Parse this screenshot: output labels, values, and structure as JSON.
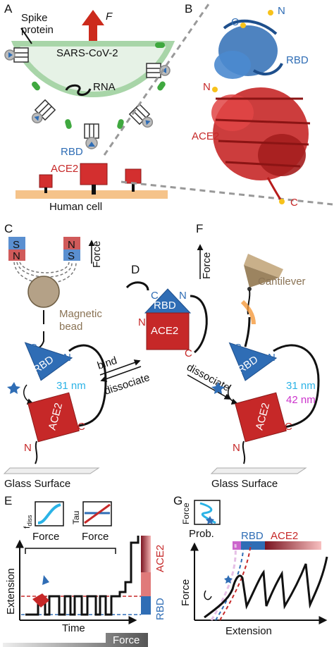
{
  "panels": {
    "a": "A",
    "b": "B",
    "c": "C",
    "d": "D",
    "e": "E",
    "f": "F",
    "g": "G"
  },
  "panel_a": {
    "spike_protein": "Spike\nprotein",
    "force": "F",
    "virus": "SARS-CoV-2",
    "rna": "RNA",
    "rbd": "RBD",
    "ace2": "ACE2",
    "human_cell": "Human cell"
  },
  "panel_b": {
    "c": "C",
    "n": "N",
    "rbd": "RBD",
    "n2": "N",
    "ace2": "ACE2",
    "c2": "C"
  },
  "panel_c": {
    "s": "S",
    "n": "N",
    "n2": "N",
    "s2": "S",
    "force": "Force",
    "magnetic_bead": "Magnetic\nbead",
    "c": "C",
    "rbd": "RBD",
    "n3": "N",
    "length": "31 nm",
    "ace2": "ACE2",
    "c2": "C",
    "n4": "N",
    "glass": "Glass Surface"
  },
  "panel_d": {
    "c": "C",
    "n": "N",
    "rbd": "RBD",
    "n2": "N",
    "ace2": "ACE2",
    "c2": "C",
    "bind": "bind",
    "dissociate": "dissociate",
    "dissociate2": "dissociate"
  },
  "panel_f": {
    "force": "Force",
    "cantilever": "Cantilever",
    "c": "C",
    "rbd": "RBD",
    "n": "N",
    "length1": "31 nm",
    "length2": "42 nm",
    "ace2": "ACE2",
    "c2": "C",
    "n2": "N",
    "glass": "Glass Surface"
  },
  "panel_e": {
    "fdiss": "f",
    "fdiss_sub": "diss",
    "force1": "Force",
    "tau": "Tau",
    "force2": "Force",
    "extension": "Extension",
    "time": "Time",
    "ace2": "ACE2",
    "rbd": "RBD",
    "force_bar": "Force"
  },
  "panel_g": {
    "force": "Force",
    "prob": "Prob.",
    "rbd": "RBD",
    "ace2": "ACE2",
    "force_axis": "Force",
    "extension": "Extension"
  },
  "colors": {
    "rbd": "#2f6db5",
    "ace2": "#c62828",
    "cyan": "#2bb3e6",
    "magenta": "#cc33cc",
    "membrane": "#8bc98b",
    "cell": "#f5c38a",
    "bead": "#b4a187"
  }
}
